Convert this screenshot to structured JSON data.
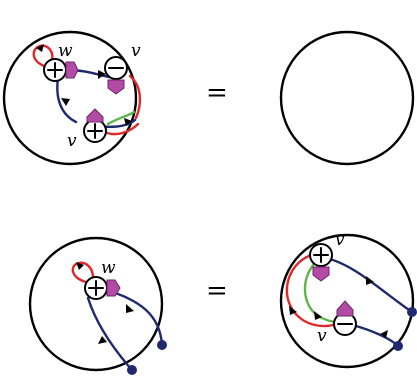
{
  "equations": [
    {
      "lhs": {
        "vertices": [
          {
            "sign": "+",
            "label": "w"
          },
          {
            "sign": "−",
            "label": "v"
          },
          {
            "sign": "+",
            "label": "v"
          }
        ]
      },
      "equals": "=",
      "rhs": {
        "vertices": []
      }
    },
    {
      "lhs": {
        "vertices": [
          {
            "sign": "+",
            "label": "w"
          }
        ]
      },
      "equals": "=",
      "rhs": {
        "vertices": [
          {
            "sign": "+",
            "label": "v"
          },
          {
            "sign": "−",
            "label": "v"
          }
        ]
      }
    }
  ],
  "colors": {
    "boundary": "#000000",
    "strand": "#1f2a6e",
    "red_strand": "#e0272a",
    "green_strand": "#5cb64a",
    "badge": "#b24aa6"
  }
}
